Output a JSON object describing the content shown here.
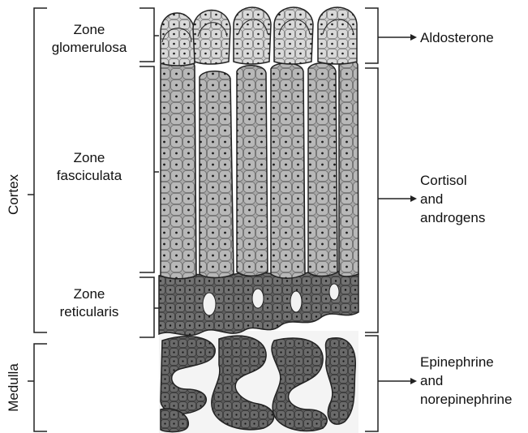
{
  "regions": {
    "cortex": "Cortex",
    "medulla": "Medulla"
  },
  "zones": {
    "glomerulosa": {
      "line1": "Zone",
      "line2": "glomerulosa"
    },
    "fasciculata": {
      "line1": "Zone",
      "line2": "fasciculata"
    },
    "reticularis": {
      "line1": "Zone",
      "line2": "reticularis"
    }
  },
  "hormones": {
    "glomerulosa": {
      "line1": "Aldosterone"
    },
    "fasciculata": {
      "line1": "Cortisol",
      "line2": "and",
      "line3": "androgens"
    },
    "medulla": {
      "line1": "Epinephrine",
      "line2": "and",
      "line3": "norepinephrine"
    }
  },
  "colors": {
    "glomerulosa_cell": "#d9d9d9",
    "fasciculata_cell": "#b3b3b3",
    "reticularis_cell": "#6b6b6b",
    "medulla_cell": "#5a5a5a",
    "outline": "#222222",
    "nucleus": "#1a1a1a"
  }
}
